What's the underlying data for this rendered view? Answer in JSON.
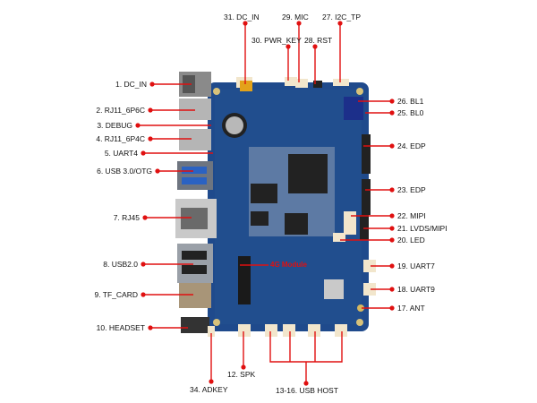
{
  "colors": {
    "pcb": "#1f4a8c",
    "pcb_dark": "#163a70",
    "leader": "#e01010",
    "chip": "#222222"
  },
  "board_marking": "4G Module",
  "labels_left": [
    "1. DC_IN",
    "2. RJ11_6P6C",
    "3. DEBUG",
    "4. RJ11_6P4C",
    "5. UART4",
    "6. USB 3.0/OTG",
    "7. RJ45",
    "8. USB2.0",
    "9. TF_CARD",
    "10. HEADSET"
  ],
  "labels_right": [
    "26. BL1",
    "25. BL0",
    "24. EDP",
    "23. EDP",
    "22. MIPI",
    "21. LVDS/MIPI",
    "20. LED",
    "19. UART7",
    "18. UART9",
    "17. ANT"
  ],
  "labels_top": [
    "31. DC_IN",
    "29. MIC",
    "27. I2C_TP",
    "30. PWR_KEY",
    "28. RST"
  ],
  "labels_bottom": [
    "12. SPK",
    "34. ADKEY",
    "13-16. USB HOST"
  ]
}
